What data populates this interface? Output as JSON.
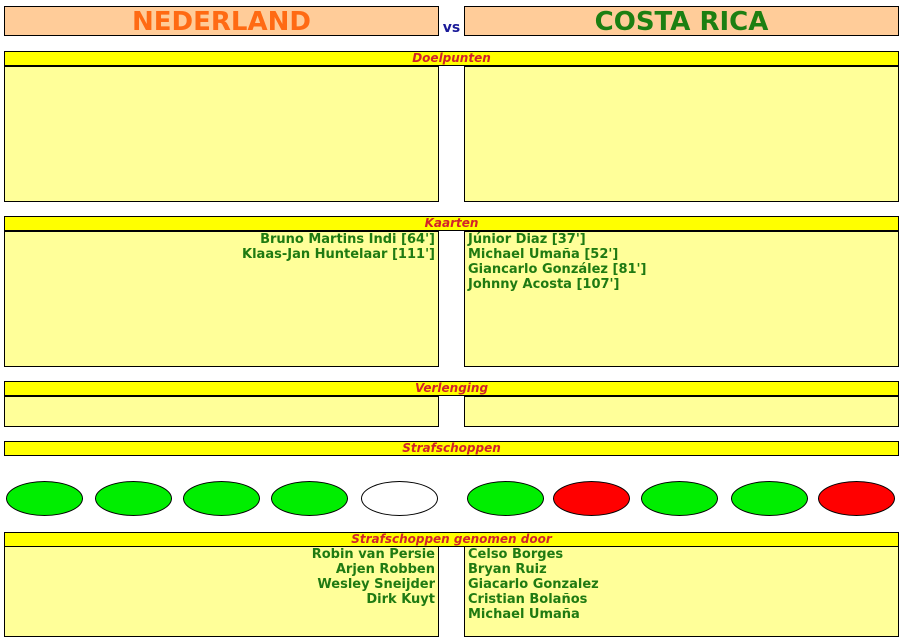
{
  "match": {
    "home": "NEDERLAND",
    "vs": "vs",
    "away": "COSTA RICA"
  },
  "sections": {
    "goals": "Doelpunten",
    "cards": "Kaarten",
    "extra_time": "Verlenging",
    "penalties": "Strafschoppen",
    "penalty_takers": "Strafschoppen genomen door"
  },
  "cards": {
    "home": [
      "Bruno Martins Indi [64']",
      "Klaas-Jan Huntelaar [111']"
    ],
    "away": [
      "Júnior Diaz [37']",
      "Michael Umaña [52']",
      "Giancarlo González [81']",
      "Johnny Acosta [107']"
    ]
  },
  "penalty_results": {
    "home": [
      "scored",
      "scored",
      "scored",
      "scored",
      "not-taken"
    ],
    "away": [
      "scored",
      "missed",
      "scored",
      "scored",
      "missed"
    ]
  },
  "colors": {
    "scored": "#00ee00",
    "missed": "#ff0000",
    "not-taken": "#ffffff"
  },
  "penalty_takers": {
    "home": [
      "Robin van Persie",
      "Arjen Robben",
      "Wesley Sneijder",
      "Dirk Kuyt"
    ],
    "away": [
      "Celso Borges",
      "Bryan Ruiz",
      "Giacarlo Gonzalez",
      "Cristian Bolaños",
      "Michael Umaña"
    ]
  }
}
